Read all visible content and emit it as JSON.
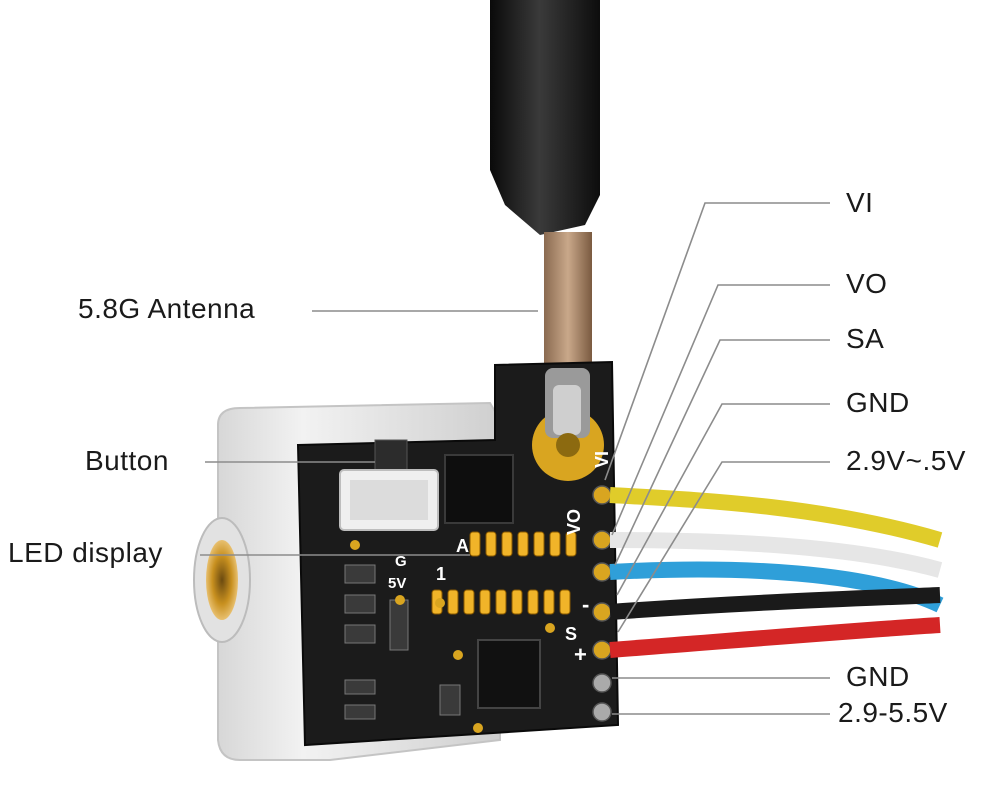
{
  "labels": {
    "antenna": "5.8G Antenna",
    "button": "Button",
    "led_display": "LED display",
    "vi": "VI",
    "vo": "VO",
    "sa": "SA",
    "gnd_top": "GND",
    "power_top": "2.9V~.5V",
    "gnd_bottom": "GND",
    "power_bottom": "2.9-5.5V"
  },
  "silkscreen": {
    "vi": "VI",
    "vo": "VO",
    "a": "A",
    "g": "G",
    "five_v": "5V",
    "one": "1",
    "s": "S",
    "plus": "+",
    "minus": "-"
  },
  "colors": {
    "wire_yellow": "#e0cc2a",
    "wire_white": "#e6e6e6",
    "wire_blue": "#2f9fd9",
    "wire_black": "#1a1a1a",
    "wire_red": "#d42626",
    "pcb": "#1b1b1b",
    "led": "#f0b429",
    "gold": "#d9a520",
    "housing": "#e9e9e9"
  }
}
